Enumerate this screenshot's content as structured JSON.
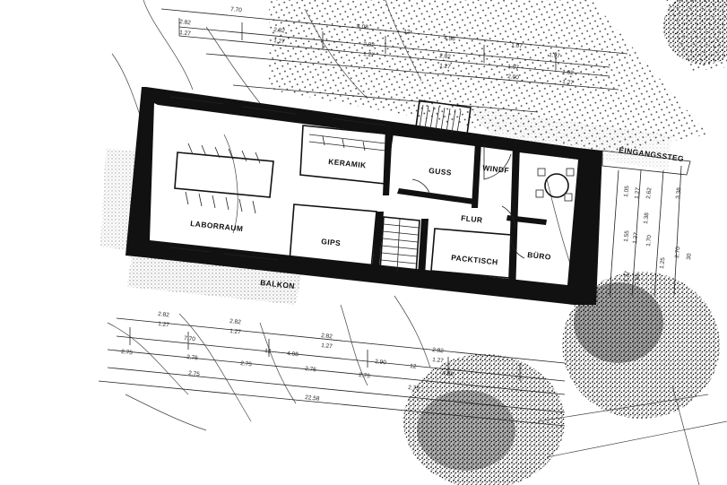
{
  "rooms": {
    "laborraum": "LABORRAUM",
    "keramik": "KERAMIK",
    "guss": "GUSS",
    "windf": "WINDF",
    "eingangssteg": "EINGANGSSTEG",
    "flur": "FLUR",
    "gips": "GIPS",
    "packtisch": "PACKTISCH",
    "buero": "BÜRO",
    "balkon": "BALKON"
  },
  "dimensions": {
    "top": [
      "7.70",
      "2.82",
      "1.27",
      "2.82",
      "1.27",
      "4.08",
      "12",
      "4.58",
      "2.82",
      "1.27",
      "2.82",
      "1.27",
      "1.07",
      "1.07",
      "1.02",
      "1.27",
      "1.97",
      "2.00"
    ],
    "bottom": [
      "2.82",
      "1.27",
      "2.82",
      "1.27",
      "7.70",
      "4.08",
      "12",
      "2.82",
      "1.27",
      "2.82",
      "1.27",
      "2.75",
      "2.75",
      "2.75",
      "2.75",
      "2.75",
      "2.75",
      "2.90",
      "12",
      "2.75",
      "22.58",
      "4.58"
    ],
    "right": [
      "1.05",
      "1.27",
      "2.62",
      "1.38",
      "1.55",
      "1.27",
      "1.70",
      "1.37",
      "1.55",
      "1.25",
      "3.38",
      "2.70",
      "30"
    ]
  }
}
